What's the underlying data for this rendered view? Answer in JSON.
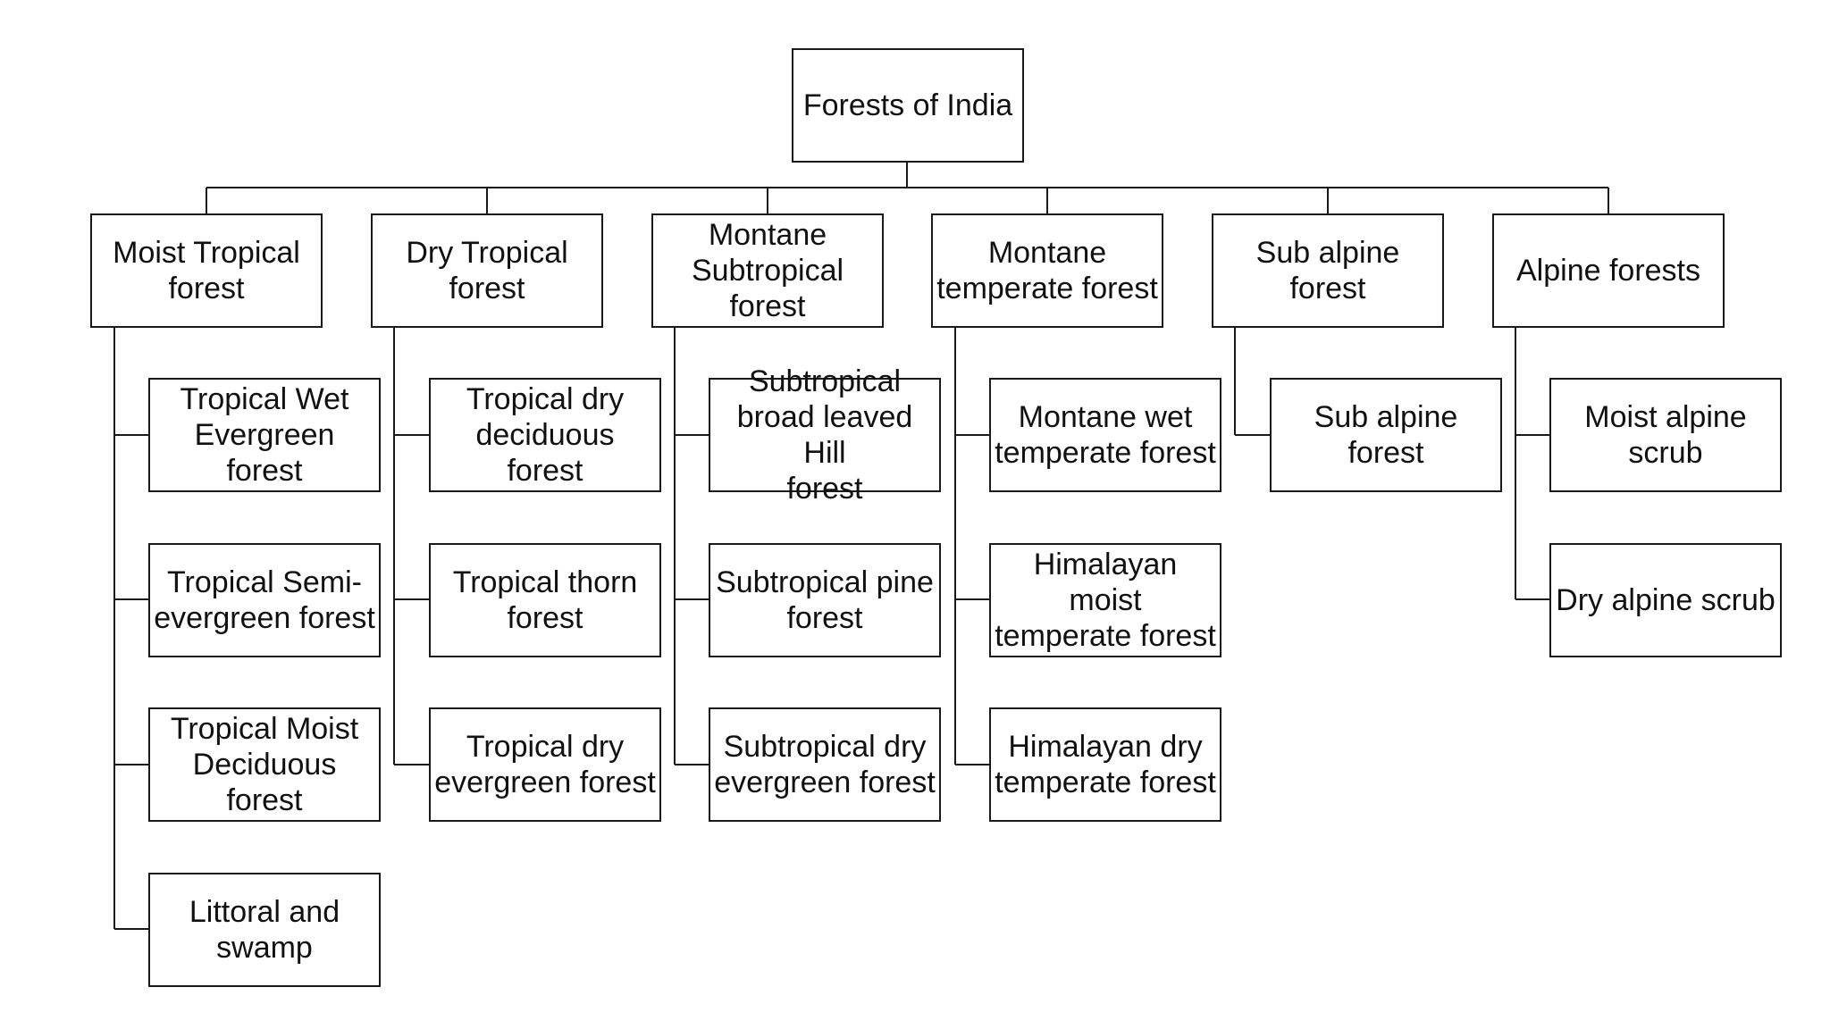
{
  "root": {
    "label": "Forests of India"
  },
  "categories": [
    {
      "label": "Moist Tropical\nforest",
      "children": [
        "Tropical Wet\nEvergreen forest",
        "Tropical Semi-\nevergreen forest",
        "Tropical Moist\nDeciduous forest",
        "Littoral and\nswamp"
      ]
    },
    {
      "label": "Dry Tropical\nforest",
      "children": [
        "Tropical dry\ndeciduous forest",
        "Tropical thorn\nforest",
        "Tropical dry\nevergreen forest"
      ]
    },
    {
      "label": "Montane\nSubtropical\nforest",
      "children": [
        "Subtropical\nbroad leaved Hill\nforest",
        "Subtropical pine\nforest",
        "Subtropical dry\nevergreen forest"
      ]
    },
    {
      "label": "Montane\ntemperate forest",
      "children": [
        "Montane wet\ntemperate forest",
        "Himalayan moist\ntemperate forest",
        "Himalayan dry\ntemperate forest"
      ]
    },
    {
      "label": "Sub alpine forest",
      "children": [
        "Sub alpine forest"
      ]
    },
    {
      "label": "Alpine forests",
      "children": [
        "Moist alpine\nscrub",
        "Dry alpine scrub"
      ]
    }
  ]
}
